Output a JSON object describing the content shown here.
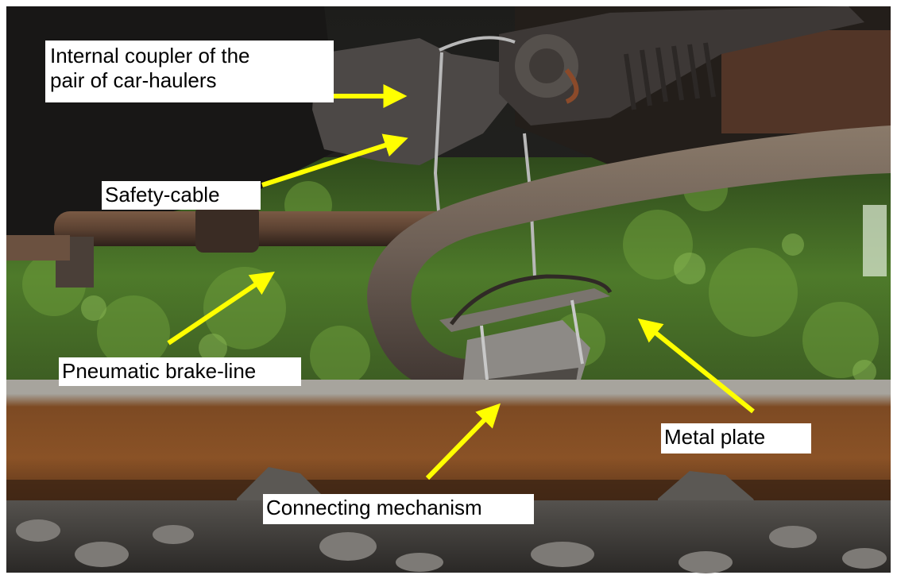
{
  "labels": {
    "coupler": "Internal coupler of the\npair of car-haulers",
    "safety_cable": "Safety-cable",
    "brake_line": "Pneumatic brake-line",
    "metal_plate": "Metal plate",
    "connecting_mechanism": "Connecting mechanism"
  },
  "colors": {
    "arrow": "#ffff00",
    "label_background": "#ffffff",
    "label_text": "#000000"
  }
}
